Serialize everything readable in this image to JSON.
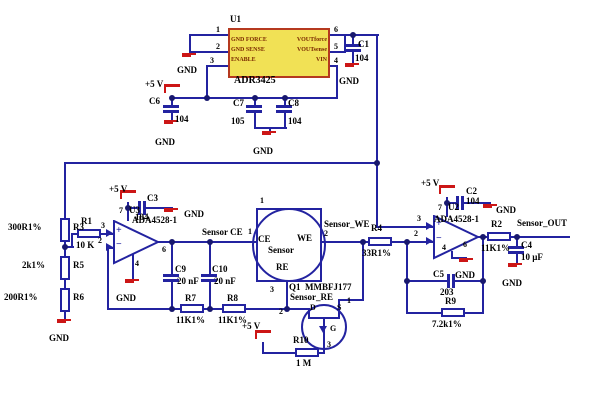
{
  "colors": {
    "wire": "#2323a0",
    "power_symbol": "#cc1616",
    "u1_fill": "#f1e155",
    "u1_border": "#b5391f",
    "u1_text": "#7a2800"
  },
  "power": {
    "p5": "+5 V",
    "gnd": "GND"
  },
  "nets": {
    "ce": "Sensor CE",
    "we": "Sensor_WE",
    "re": "Sensor_RE",
    "out": "Sensor_OUT"
  },
  "u1": {
    "ref": "U1",
    "part": "ADR3425",
    "rows": [
      {
        "left": "GND FORCE",
        "right": "VOUTforce"
      },
      {
        "left": "GND SENSE",
        "right": "VOUTsense"
      },
      {
        "left": "ENABLE",
        "right": "VIN"
      }
    ],
    "pins": {
      "p1": "1",
      "p2": "2",
      "p3": "3",
      "p4": "4",
      "p5": "5",
      "p6": "6"
    }
  },
  "u2": {
    "ref": "U2",
    "part": "ADA4528-1",
    "plus": "+",
    "minus": "−",
    "pins": {
      "p2": "2",
      "p3": "3",
      "p4": "4",
      "p6": "6",
      "p7": "7"
    }
  },
  "u3": {
    "ref": "U3",
    "part": "ADA4528-1",
    "plus": "+",
    "minus": "−",
    "pins": {
      "p2": "2",
      "p3": "3",
      "p4": "4",
      "p6": "6",
      "p7": "7"
    }
  },
  "q1": {
    "ref": "Q1",
    "part": "MMBFJ177",
    "drain": "D",
    "source": "S",
    "gate": "G",
    "pins": {
      "p1": "1",
      "p2": "2",
      "p3": "3"
    }
  },
  "sensor": {
    "name": "Sensor",
    "ce": "CE",
    "we": "WE",
    "re": "RE",
    "pins": {
      "p1": "1",
      "p2": "2",
      "p3": "3"
    }
  },
  "resistors": {
    "r1": {
      "ref": "R1",
      "value": "10 K"
    },
    "r2": {
      "ref": "R2",
      "value": "11K1%"
    },
    "r3": {
      "ref": "R3",
      "value": "300R1%"
    },
    "r4": {
      "ref": "R4",
      "value": "33R1%"
    },
    "r5": {
      "ref": "R5",
      "value": "2k1%"
    },
    "r6": {
      "ref": "R6",
      "value": "200R1%"
    },
    "r7": {
      "ref": "R7",
      "value": "11K1%"
    },
    "r8": {
      "ref": "R8",
      "value": "11K1%"
    },
    "r9": {
      "ref": "R9",
      "value": "7.2k1%"
    },
    "r10": {
      "ref": "R10",
      "value": "1 M"
    }
  },
  "capacitors": {
    "c1": {
      "ref": "C1",
      "value": "104"
    },
    "c2": {
      "ref": "C2",
      "value": "104"
    },
    "c3": {
      "ref": "C3",
      "value": "104"
    },
    "c4": {
      "ref": "C4",
      "value": "10 µF"
    },
    "c5": {
      "ref": "C5",
      "value": "203"
    },
    "c6": {
      "ref": "C6",
      "value": "104"
    },
    "c7": {
      "ref": "C7",
      "value": "105"
    },
    "c8": {
      "ref": "C8",
      "value": "104"
    },
    "c9": {
      "ref": "C9",
      "value": "20 nF"
    },
    "c10": {
      "ref": "C10",
      "value": "20 nF"
    }
  }
}
